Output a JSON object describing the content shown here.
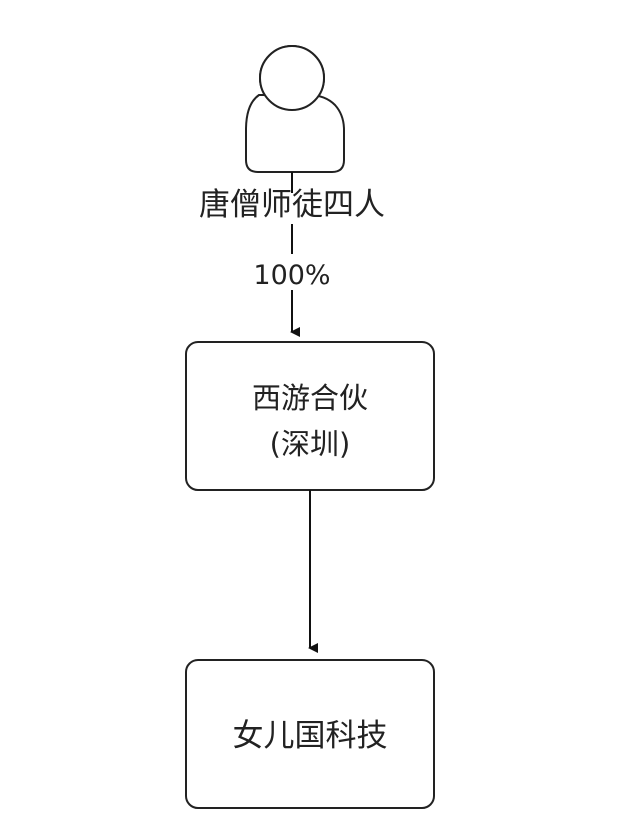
{
  "diagram": {
    "person": {
      "label": "唐僧师徒四人"
    },
    "edge_top": {
      "label": "100%"
    },
    "box_middle": {
      "line1": "西游合伙",
      "line2": "(深圳)"
    },
    "box_bottom": {
      "label": "女儿国科技"
    }
  }
}
